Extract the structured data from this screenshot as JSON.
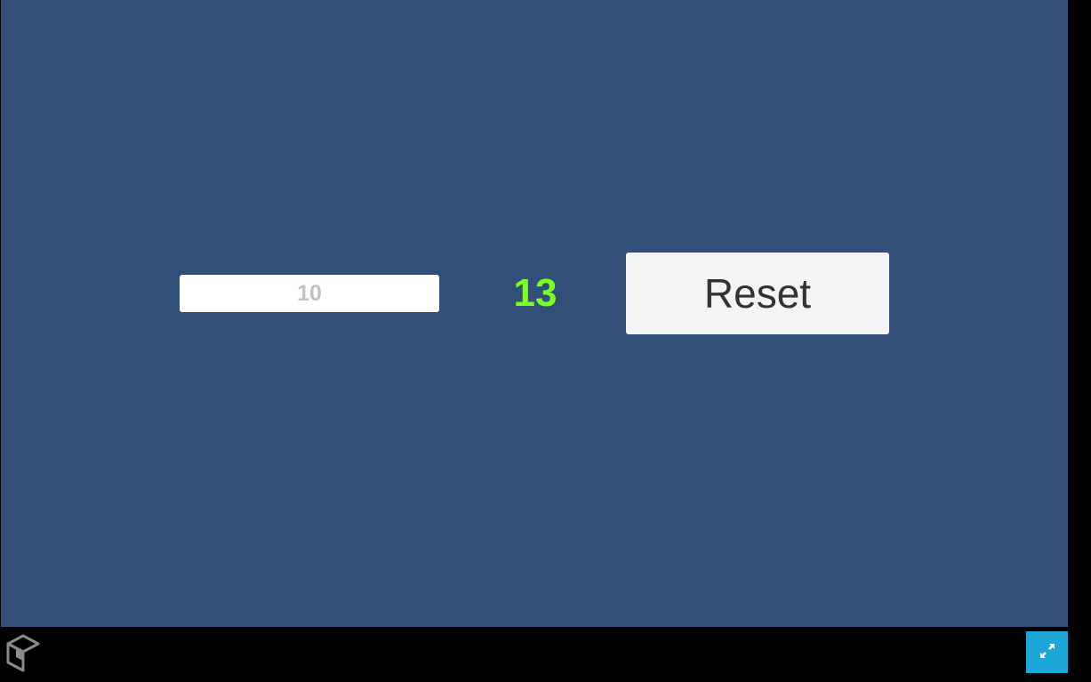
{
  "game": {
    "input": {
      "value": "",
      "placeholder": "10"
    },
    "counter": {
      "value": "13"
    },
    "reset_button": {
      "label": "Reset"
    }
  },
  "footer": {
    "logo_icon": "unity-logo-icon",
    "fullscreen_icon": "fullscreen-expand-icon"
  },
  "colors": {
    "canvas_background": "#324f7a",
    "counter_text": "#7cff20",
    "fullscreen_button": "#1da7d8",
    "frame_background": "#000000"
  }
}
